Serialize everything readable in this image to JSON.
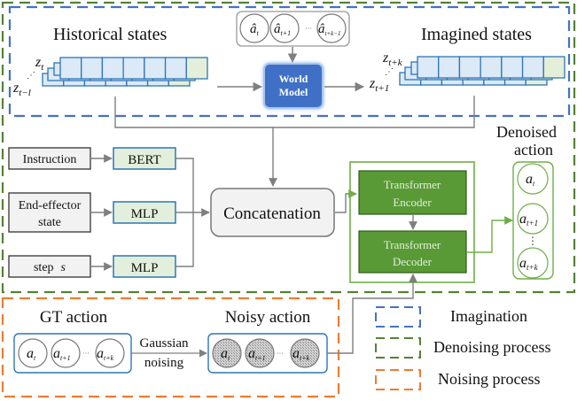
{
  "imagination": {
    "historical_label": "Historical states",
    "imagined_label": "Imagined states",
    "hist_top": {
      "base": "z",
      "sub": "t"
    },
    "hist_bottom": {
      "base": "z",
      "sub": "t−l"
    },
    "imag_top": {
      "base": "z",
      "sub": "t+k"
    },
    "imag_bottom": {
      "base": "z",
      "sub": "t+1"
    },
    "world_model_line1": "World",
    "world_model_line2": "Model",
    "hat_actions": [
      {
        "base": "â",
        "sub": "t"
      },
      {
        "base": "â",
        "sub": "t+1"
      },
      {
        "base": "â",
        "sub": "t+k−1"
      }
    ],
    "ellipsis": "···"
  },
  "inputs": [
    {
      "label_line1": "Instruction",
      "label_line2": "",
      "encoder": "BERT"
    },
    {
      "label_line1": "End-effector",
      "label_line2": "state",
      "encoder": "MLP"
    },
    {
      "label_line1": "step",
      "label_italic": "s",
      "encoder": "MLP"
    }
  ],
  "concat_label": "Concatenation",
  "transformer": {
    "encoder_line1": "Transformer",
    "encoder_line2": "Encoder",
    "decoder_line1": "Transformer",
    "decoder_line2": "Decoder"
  },
  "denoised": {
    "title_line1": "Denoised",
    "title_line2": "action",
    "actions": [
      {
        "base": "a",
        "sub": "t"
      },
      {
        "base": "a",
        "sub": "t+1"
      },
      {
        "base": "a",
        "sub": "t+k"
      }
    ],
    "vdots": "⋮"
  },
  "noising": {
    "gt_label": "GT action",
    "noisy_label": "Noisy action",
    "gaussian_line1": "Gaussian",
    "gaussian_line2": "noising",
    "gt_actions": [
      {
        "base": "a",
        "sub": "t"
      },
      {
        "base": "a",
        "sub": "t+1"
      },
      {
        "base": "a",
        "sub": "t+k"
      }
    ],
    "noisy_actions": [
      {
        "base": "a",
        "sub": "t"
      },
      {
        "base": "a",
        "sub": "t+1"
      },
      {
        "base": "a",
        "sub": "t+k"
      }
    ],
    "ellipsis": "···"
  },
  "legend": [
    {
      "label": "Imagination",
      "color": "#4472c4"
    },
    {
      "label": "Denoising process",
      "color": "#548235"
    },
    {
      "label": "Noising process",
      "color": "#ed7d31"
    }
  ],
  "colors": {
    "imagination": "#4472c4",
    "denoising": "#548235",
    "noising": "#ed7d31",
    "world_model": "#3f6fc6",
    "transformer": "#5a9a36",
    "arrow": "#7f7f7f",
    "state_cell": "#dce9f7",
    "state_cell_last": "#e4efd9",
    "encoder_fill": "#e2efda"
  }
}
